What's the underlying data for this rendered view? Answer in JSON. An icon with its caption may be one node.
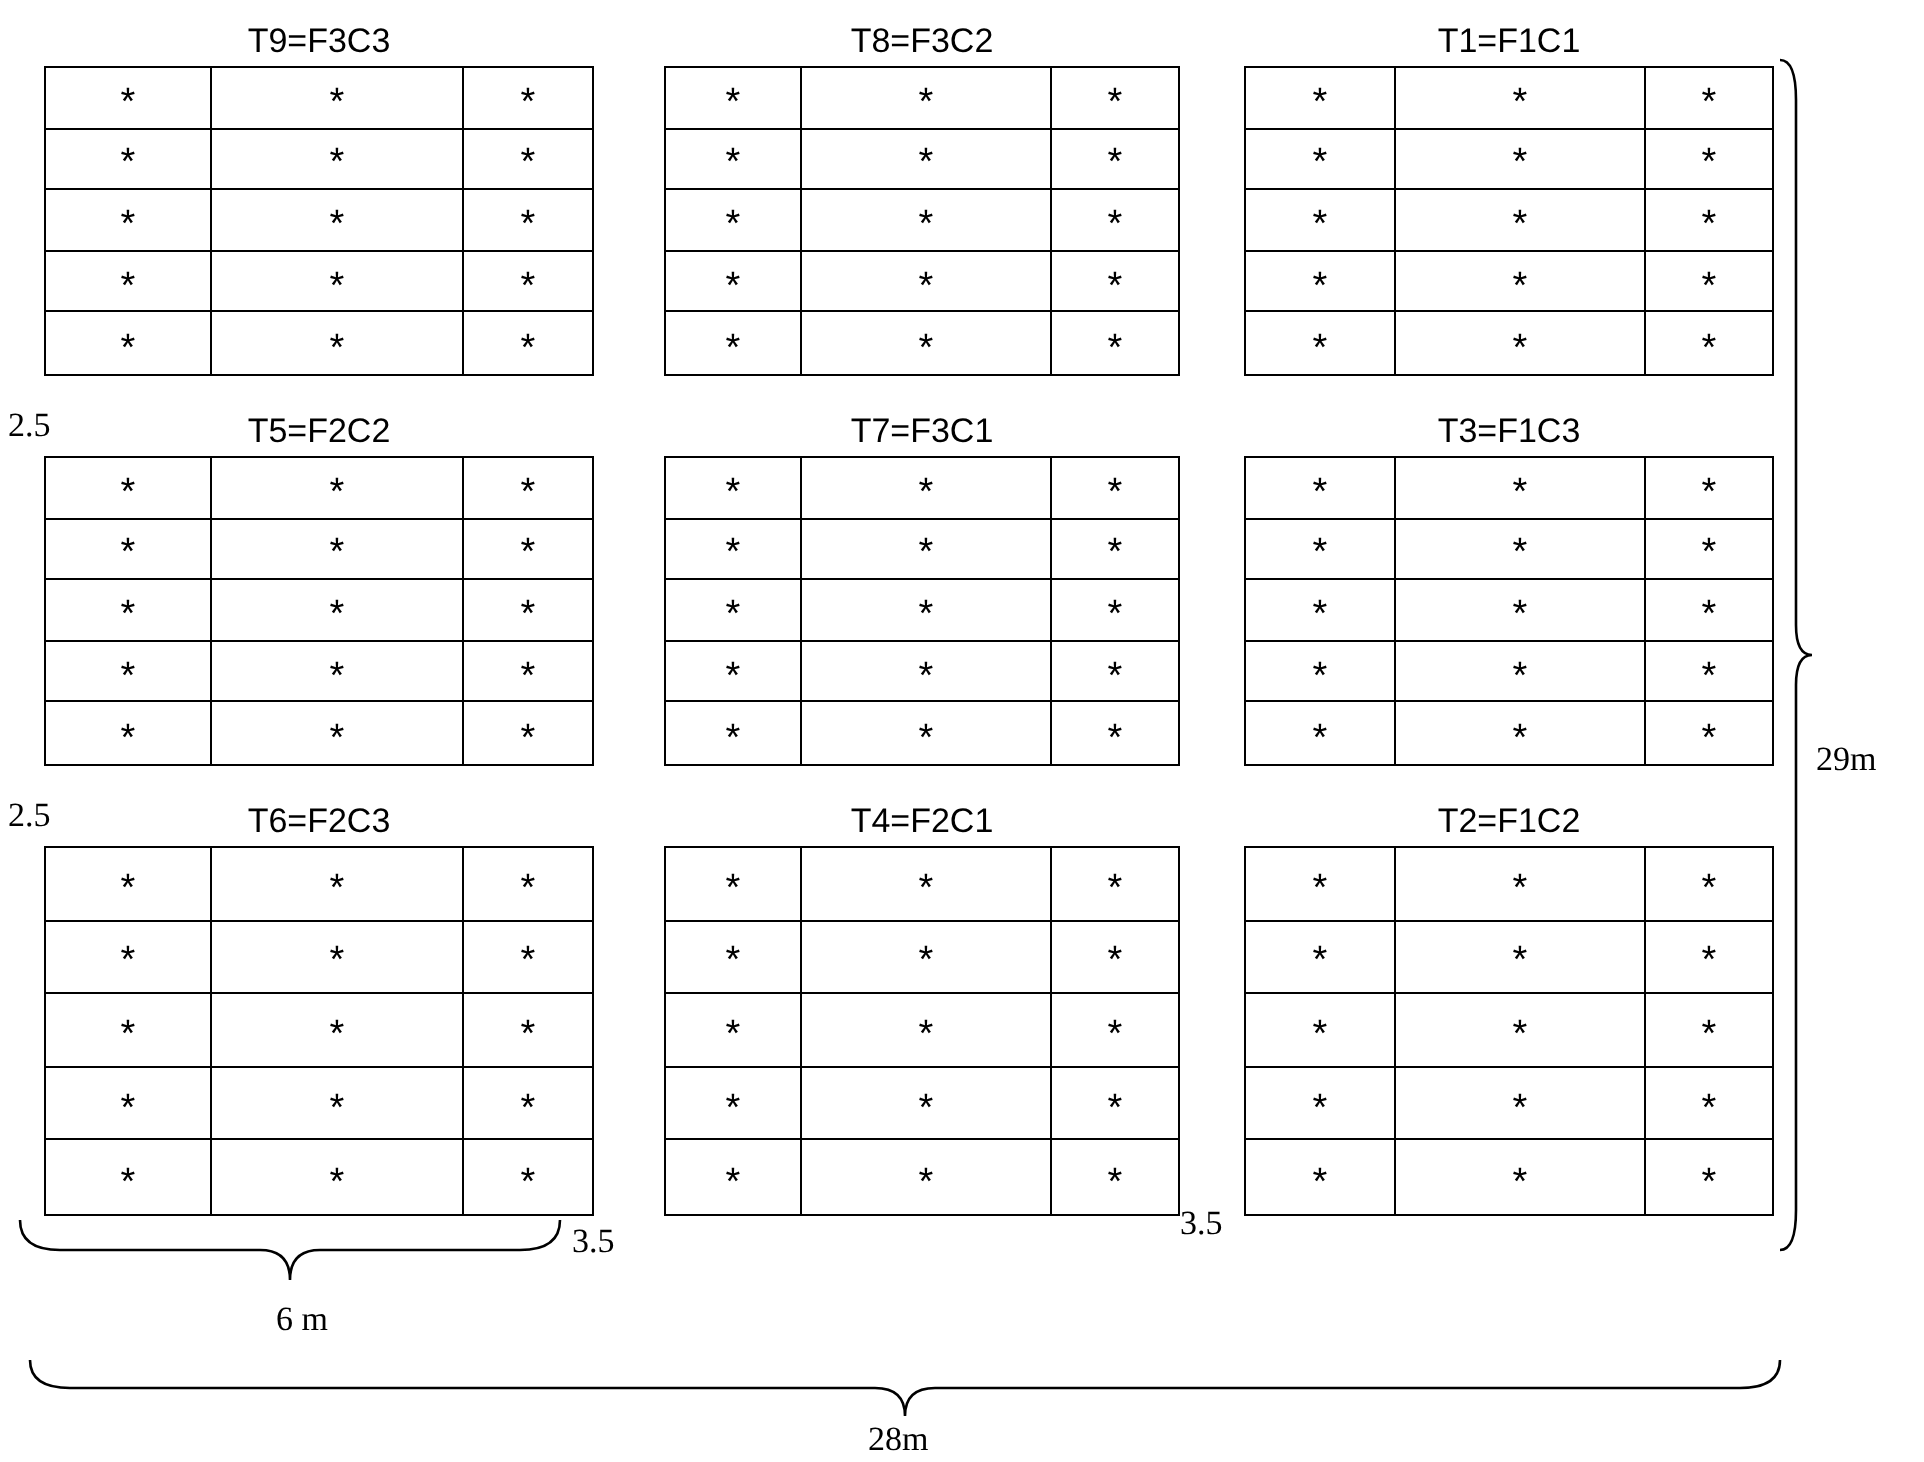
{
  "diagram": {
    "nodes": [
      {
        "text": [
          "T9=F3C3",
          "*",
          "*",
          "*",
          "*",
          "*",
          "*",
          "*",
          "*",
          "*",
          "*",
          "*",
          "*",
          "*",
          "*",
          "*"
        ]
      },
      {
        "text": [
          "T8=F3C2",
          "*",
          "*",
          "*",
          "*",
          "*",
          "*",
          "*",
          "*",
          "*",
          "*",
          "*",
          "*",
          "*",
          "*",
          "*"
        ]
      },
      {
        "text": [
          "T1=F1C1",
          "*",
          "*",
          "*",
          "*",
          "*",
          "*",
          "*",
          "*",
          "*",
          "*",
          "*",
          "*",
          "*",
          "*",
          "*"
        ]
      },
      {
        "text": [
          "T5=F2C2",
          "*",
          "*",
          "*",
          "*",
          "*",
          "*",
          "*",
          "*",
          "*",
          "*",
          "*",
          "*",
          "*",
          "*",
          "*"
        ]
      },
      {
        "text": [
          "T7=F3C1",
          "*",
          "*",
          "*",
          "*",
          "*",
          "*",
          "*",
          "*",
          "*",
          "*",
          "*",
          "*",
          "*",
          "*",
          "*"
        ]
      },
      {
        "text": [
          "T3=F1C3",
          "*",
          "*",
          "*",
          "*",
          "*",
          "*",
          "*",
          "*",
          "*",
          "*",
          "*",
          "*",
          "*",
          "*",
          "*"
        ]
      },
      {
        "text": [
          "T6=F2C3",
          "*",
          "*",
          "*",
          "*",
          "*",
          "*",
          "*",
          "*",
          "*",
          "*",
          "*",
          "*",
          "*",
          "*",
          "*"
        ]
      },
      {
        "text": [
          "T4=F2C1",
          "*",
          "*",
          "*",
          "*",
          "*",
          "*",
          "*",
          "*",
          "*",
          "*",
          "*",
          "*",
          "*",
          "*",
          "*"
        ]
      },
      {
        "text": [
          "T2=F1C2",
          "*",
          "*",
          "*",
          "*",
          "*",
          "*",
          "*",
          "*",
          "*",
          "*",
          "*",
          "*",
          "*",
          "*",
          "*"
        ]
      }
    ],
    "labels": [
      "2.5",
      "29m",
      "2.5",
      "3.5",
      "3.5",
      "6 m",
      "28m"
    ]
  }
}
